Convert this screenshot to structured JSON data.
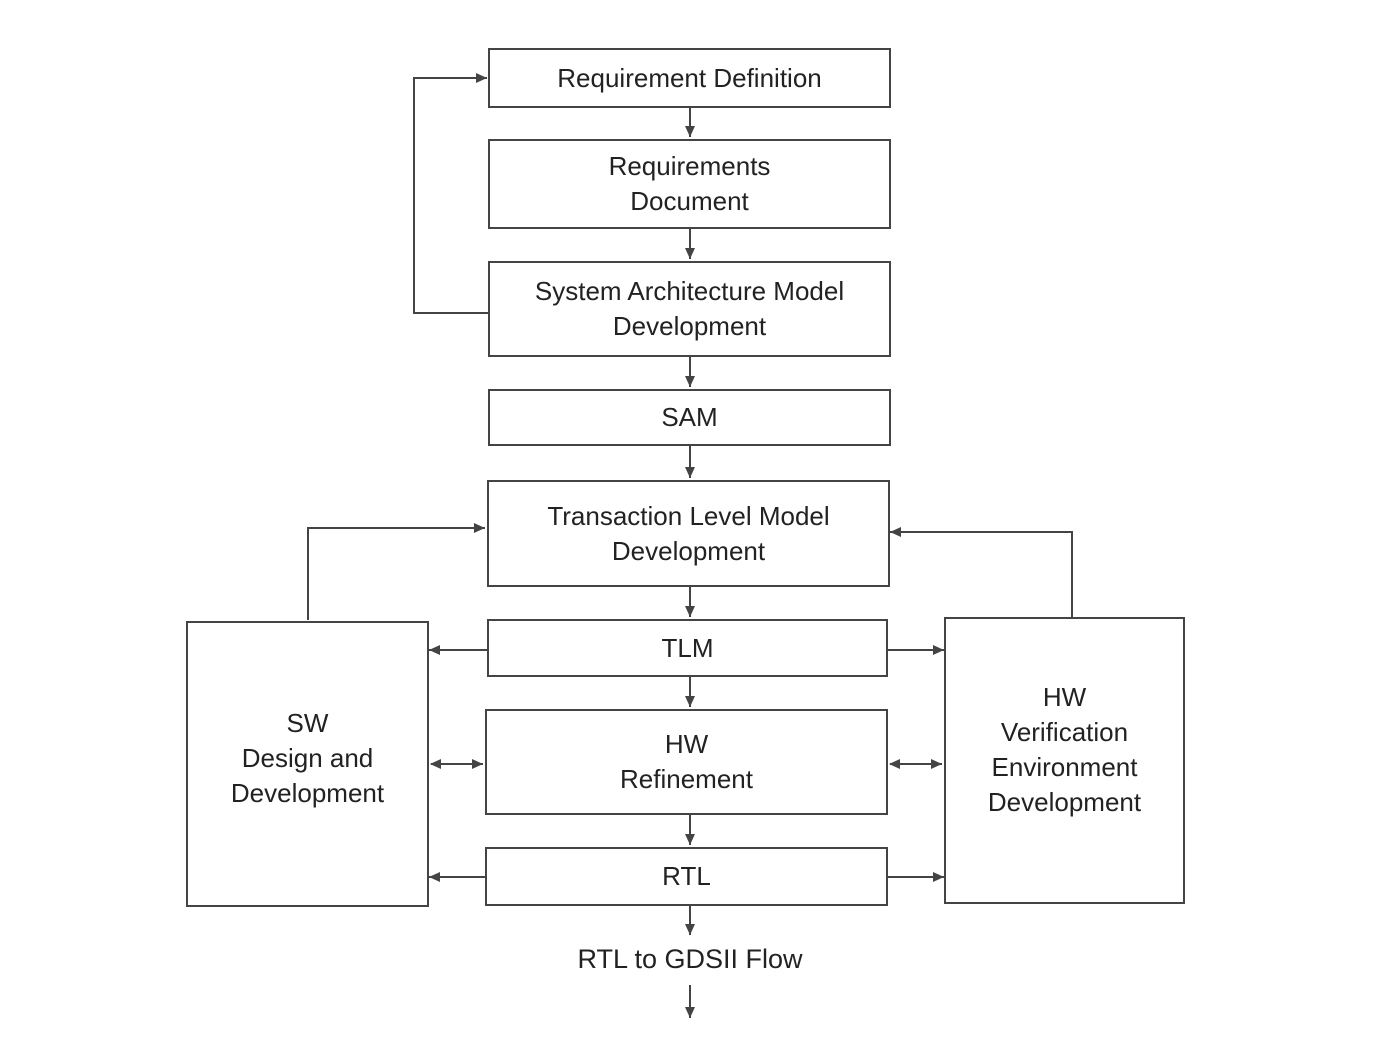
{
  "boxes": {
    "requirement_definition": [
      "Requirement Definition"
    ],
    "requirements_document": [
      "Requirements",
      "Document"
    ],
    "system_architecture_model_development": [
      "System Architecture Model",
      "Development"
    ],
    "sam": [
      "SAM"
    ],
    "transaction_level_model_development": [
      "Transaction Level Model",
      "Development"
    ],
    "tlm": [
      "TLM"
    ],
    "hw_refinement": [
      "HW",
      "Refinement"
    ],
    "rtl": [
      "RTL"
    ],
    "sw_design_and_development": [
      "SW",
      "Design and",
      "Development"
    ],
    "hw_verification_environment_development": [
      "HW",
      "Verification",
      "Environment",
      "Development"
    ]
  },
  "flow_end_label": "RTL to GDSII Flow"
}
